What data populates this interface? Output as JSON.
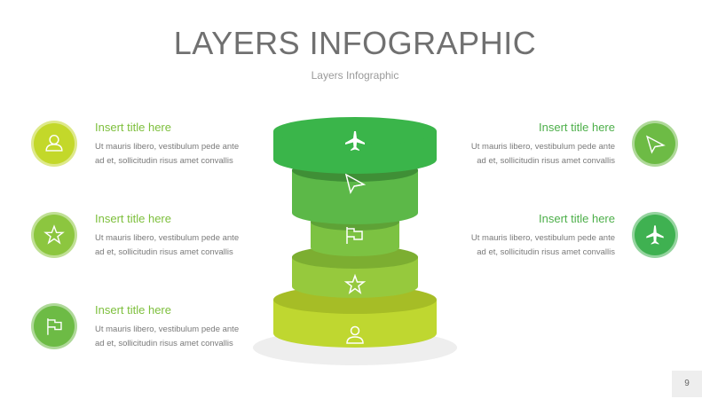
{
  "title": "LAYERS INFOGRAPHIC",
  "subtitle": "Layers Infographic",
  "page_number": "9",
  "items": [
    {
      "title": "Insert title here",
      "body1": "Ut mauris libero, vestibulum pede ante",
      "body2": "ad et, sollicitudin risus amet convallis",
      "icon": "user-icon",
      "color": "#c3d82a",
      "title_color": "#7dbf3c"
    },
    {
      "title": "Insert title here",
      "body1": "Ut mauris libero, vestibulum pede ante",
      "body2": "ad et, sollicitudin risus amet convallis",
      "icon": "star-icon",
      "color": "#8cc63f",
      "title_color": "#7dbf3c"
    },
    {
      "title": "Insert title here",
      "body1": "Ut mauris libero, vestibulum pede ante",
      "body2": "ad et, sollicitudin risus amet convallis",
      "icon": "flag-icon",
      "color": "#6dbb45",
      "title_color": "#7dbf3c"
    },
    {
      "title": "Insert title here",
      "body1": "Ut mauris libero, vestibulum pede ante",
      "body2": "ad et, sollicitudin risus amet convallis",
      "icon": "paper-plane-icon",
      "color": "#6dbb45",
      "title_color": "#4daf4a"
    },
    {
      "title": "Insert title here",
      "body1": "Ut mauris libero, vestibulum pede ante",
      "body2": "ad et, sollicitudin risus amet convallis",
      "icon": "airplane-icon",
      "color": "#3fb151",
      "title_color": "#4daf4a"
    }
  ],
  "layers": [
    {
      "icon": "airplane-icon",
      "top": "#3ab54a",
      "side": "#2f9e40"
    },
    {
      "icon": "paper-plane-icon",
      "top": "#5cb848",
      "side": "#489a3a"
    },
    {
      "icon": "flag-icon",
      "top": "#7cc242",
      "side": "#64a536"
    },
    {
      "icon": "star-icon",
      "top": "#96c93d",
      "side": "#7aab30"
    },
    {
      "icon": "user-icon",
      "top": "#bfd730",
      "side": "#a3bb25"
    }
  ]
}
